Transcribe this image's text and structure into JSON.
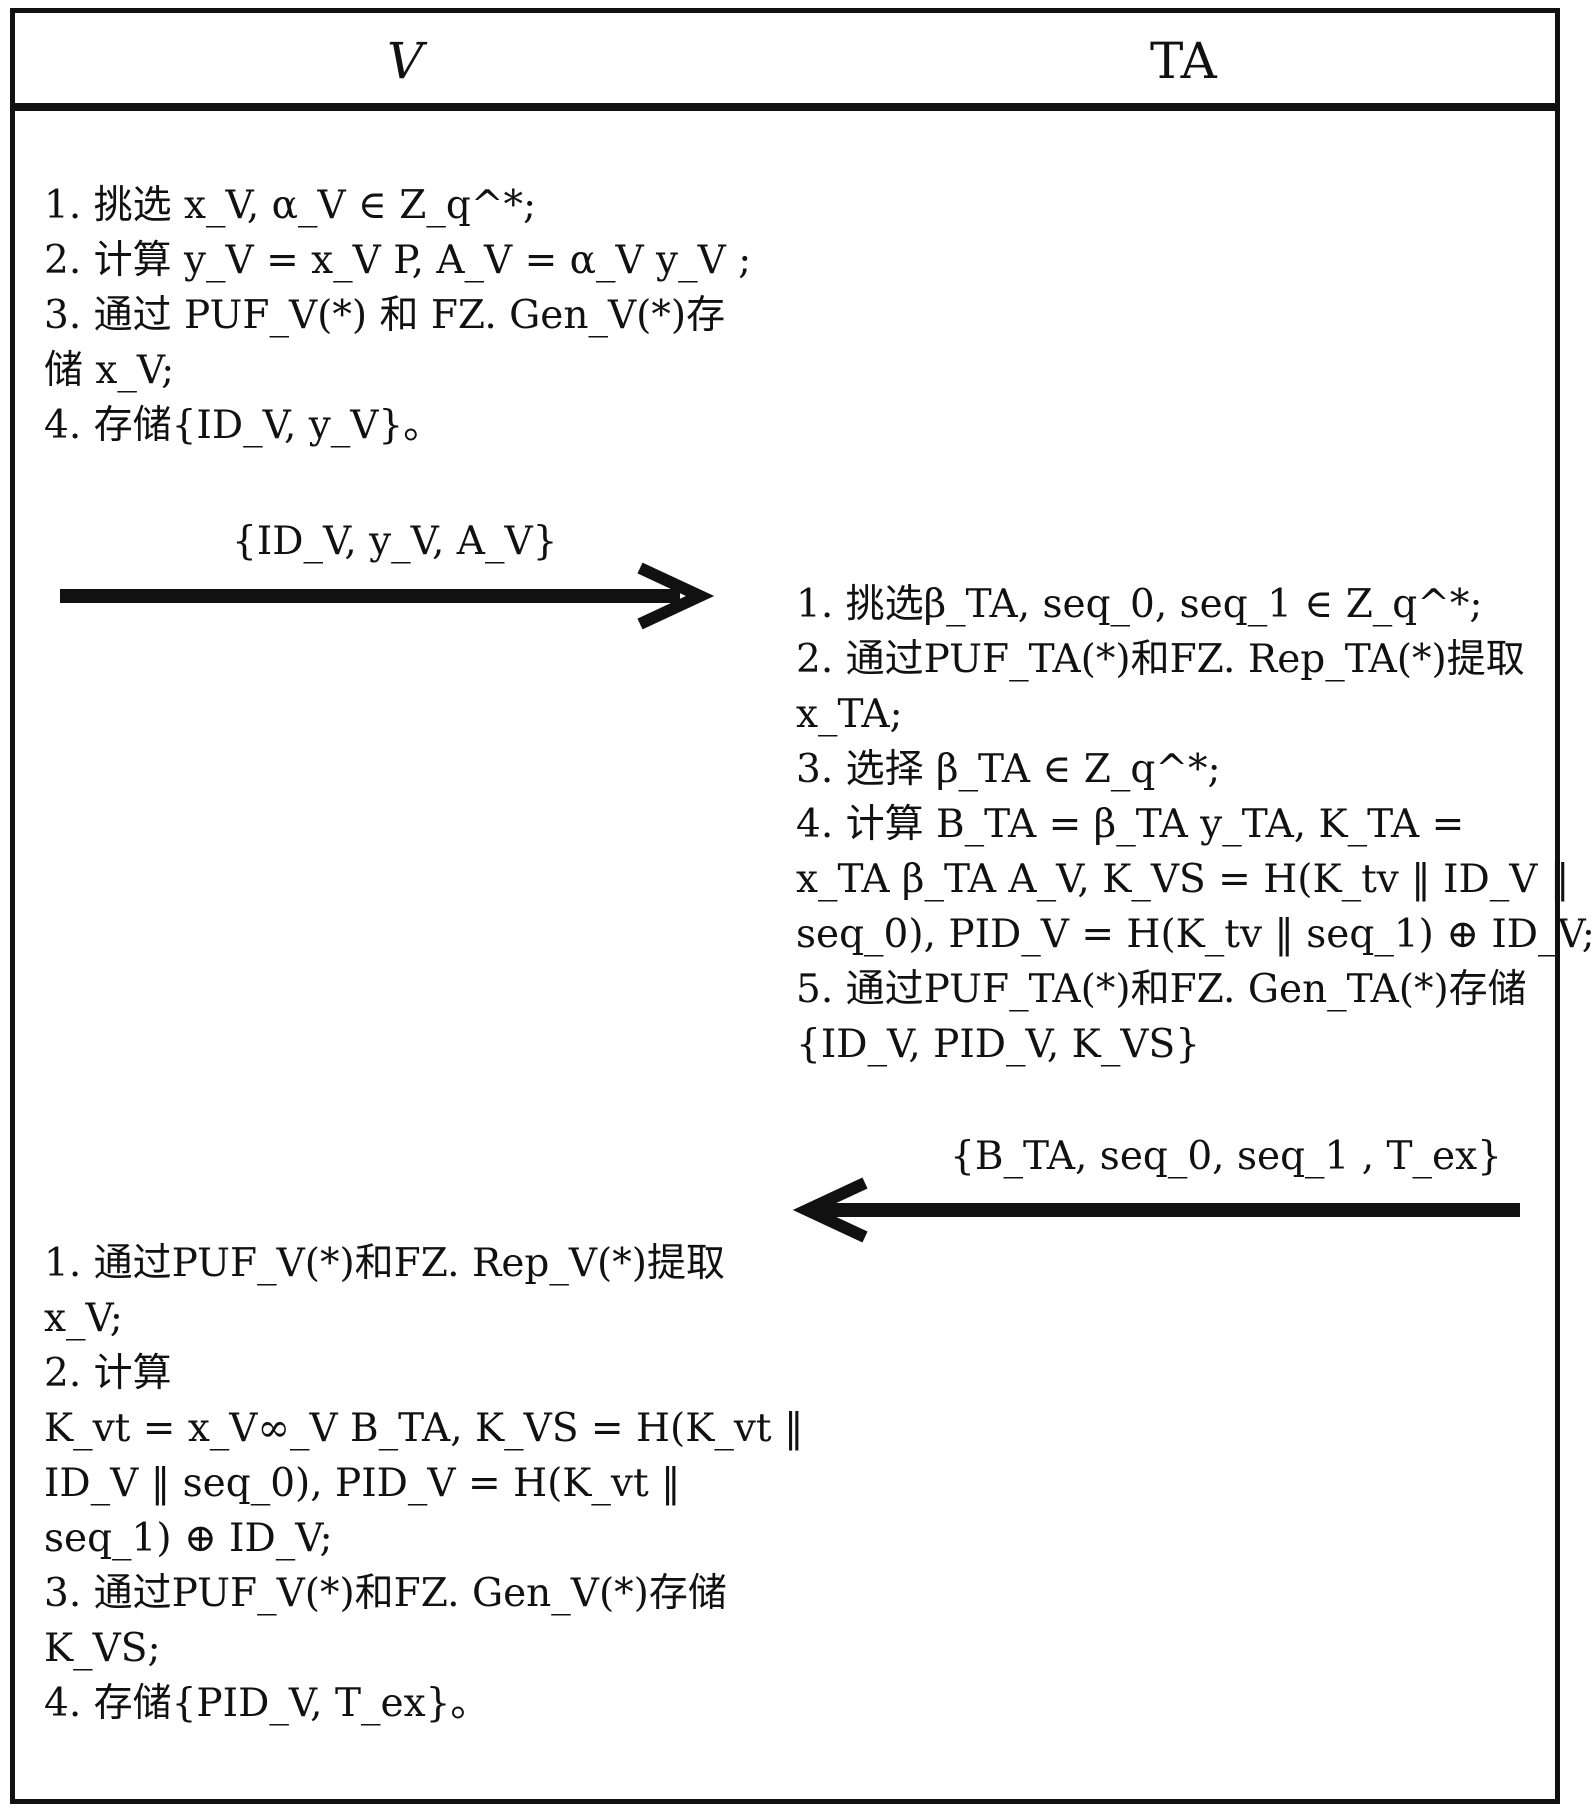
{
  "header": {
    "left_party": "V",
    "right_party": "TA"
  },
  "v_setup": {
    "lines": [
      "1. 挑选 x_V, α_V ∈ Z_q^*;",
      "2. 计算 y_V = x_V P, A_V = α_V y_V ;",
      "3. 通过 PUF_V(*) 和 FZ. Gen_V(*)存",
      "储 x_V;",
      "4. 存储{ID_V, y_V}。"
    ]
  },
  "message_to_ta": "{ID_V, y_V, A_V}",
  "ta_process": {
    "lines": [
      "1. 挑选β_TA, seq_0, seq_1 ∈ Z_q^*;",
      "2. 通过PUF_TA(*)和FZ. Rep_TA(*)提取",
      "x_TA;",
      "3. 选择 β_TA ∈ Z_q^*;",
      "4. 计算 B_TA = β_TA y_TA, K_TA =",
      "x_TA β_TA A_V, K_VS = H(K_tv ‖ ID_V ‖",
      "seq_0), PID_V = H(K_tv ‖ seq_1) ⊕ ID_V;",
      "5. 通过PUF_TA(*)和FZ. Gen_TA(*)存储",
      "{ID_V, PID_V, K_VS}"
    ]
  },
  "message_to_v": "{B_TA, seq_0, seq_1 , T_ex}",
  "v_final": {
    "lines": [
      "1. 通过PUF_V(*)和FZ. Rep_V(*)提取",
      "x_V;",
      "2. 计算",
      "K_vt = x_V∞_V B_TA, K_VS = H(K_vt ‖",
      "ID_V ‖ seq_0), PID_V = H(K_vt ‖",
      "seq_1) ⊕ ID_V;",
      "3. 通过PUF_V(*)和FZ. Gen_V(*)存储",
      "K_VS;",
      "4. 存储{PID_V, T_ex}。"
    ]
  },
  "colors": {
    "line": "#111111",
    "background": "#ffffff"
  }
}
